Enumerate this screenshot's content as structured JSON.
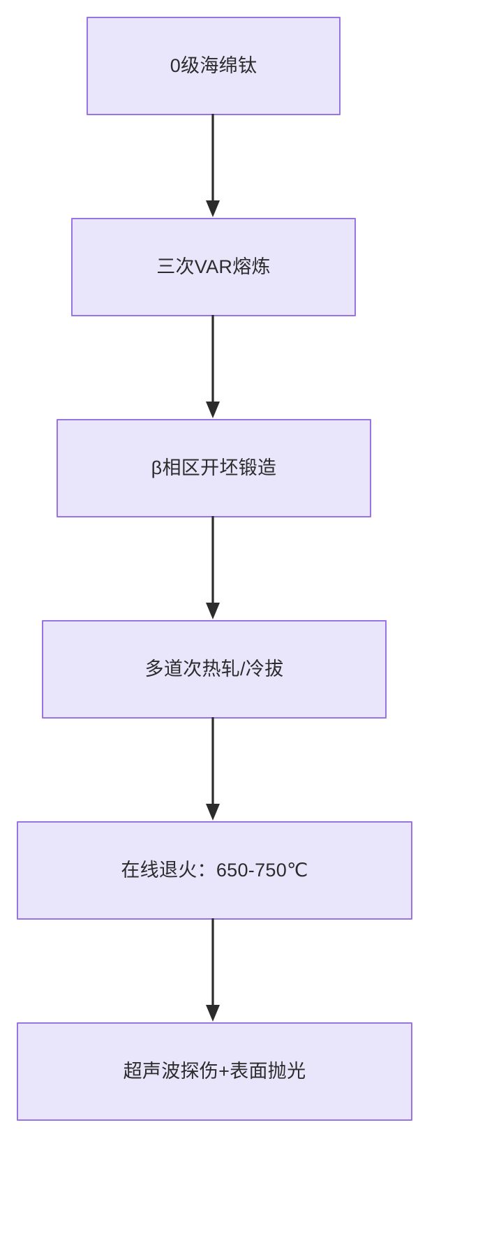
{
  "diagram": {
    "type": "flowchart",
    "orientation": "top-to-bottom",
    "title": "",
    "colors": {
      "node_fill": "#e9e6fb",
      "node_border": "#9a73e3",
      "node_text": "#2b2b2b",
      "edge": "#2b2b2b",
      "background": "#ffffff"
    },
    "nodes": [
      {
        "id": "n1",
        "label": "0级海绵钛"
      },
      {
        "id": "n2",
        "label": "三次VAR熔炼"
      },
      {
        "id": "n3",
        "label": "β相区开坯锻造"
      },
      {
        "id": "n4",
        "label": "多道次热轧/冷拔"
      },
      {
        "id": "n5",
        "label": "在线退火：650-750℃"
      },
      {
        "id": "n6",
        "label": "超声波探伤+表面抛光"
      }
    ],
    "edges": [
      {
        "from": "n1",
        "to": "n2",
        "label": ""
      },
      {
        "from": "n2",
        "to": "n3",
        "label": ""
      },
      {
        "from": "n3",
        "to": "n4",
        "label": ""
      },
      {
        "from": "n4",
        "to": "n5",
        "label": ""
      },
      {
        "from": "n5",
        "to": "n6",
        "label": ""
      }
    ]
  }
}
